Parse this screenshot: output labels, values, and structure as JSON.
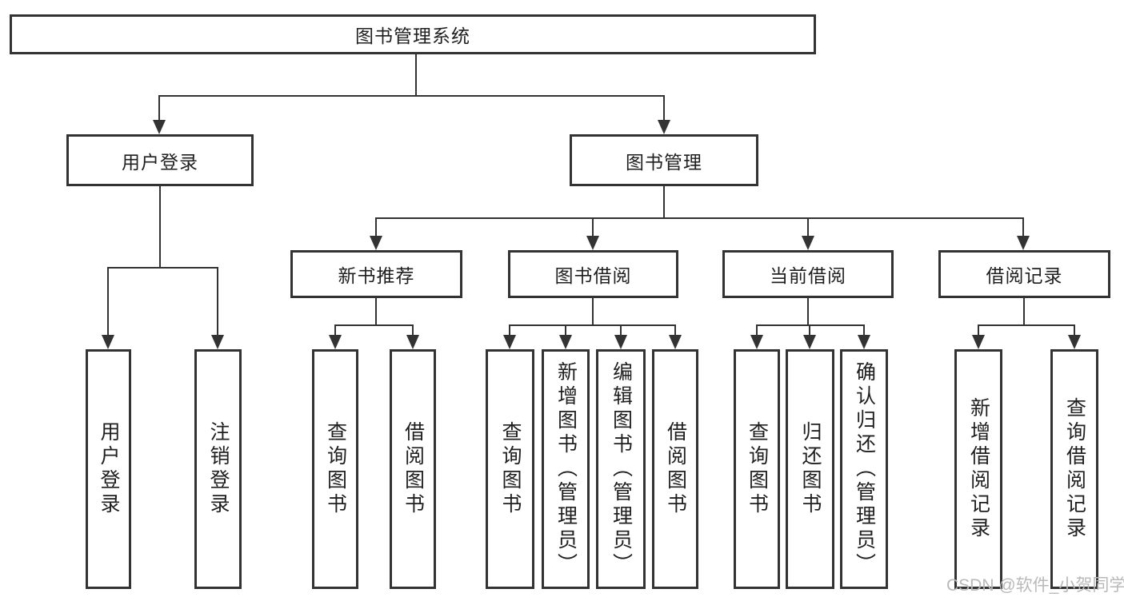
{
  "colors": {
    "line": "#333333",
    "text": "#1f1f1f",
    "box_fill": "#ffffff",
    "watermark": "#b9b9b9"
  },
  "diagram": {
    "root": {
      "label": "图书管理系统"
    },
    "branches": [
      {
        "label": "用户登录",
        "children": [
          {
            "label": "用户登录"
          },
          {
            "label": "注销登录"
          }
        ]
      },
      {
        "label": "图书管理",
        "children": [
          {
            "label": "新书推荐",
            "children": [
              {
                "label": "查询图书"
              },
              {
                "label": "借阅图书"
              }
            ]
          },
          {
            "label": "图书借阅",
            "children": [
              {
                "label": "查询图书"
              },
              {
                "label": "新增图书（管理员）"
              },
              {
                "label": "编辑图书（管理员）"
              },
              {
                "label": "借阅图书"
              }
            ]
          },
          {
            "label": "当前借阅",
            "children": [
              {
                "label": "查询图书"
              },
              {
                "label": "归还图书"
              },
              {
                "label": "确认归还（管理员）"
              }
            ]
          },
          {
            "label": "借阅记录",
            "children": [
              {
                "label": "新增借阅记录"
              },
              {
                "label": "查询借阅记录"
              }
            ]
          }
        ]
      }
    ]
  },
  "watermark": {
    "text": "CSDN @软件_小贺同学"
  }
}
